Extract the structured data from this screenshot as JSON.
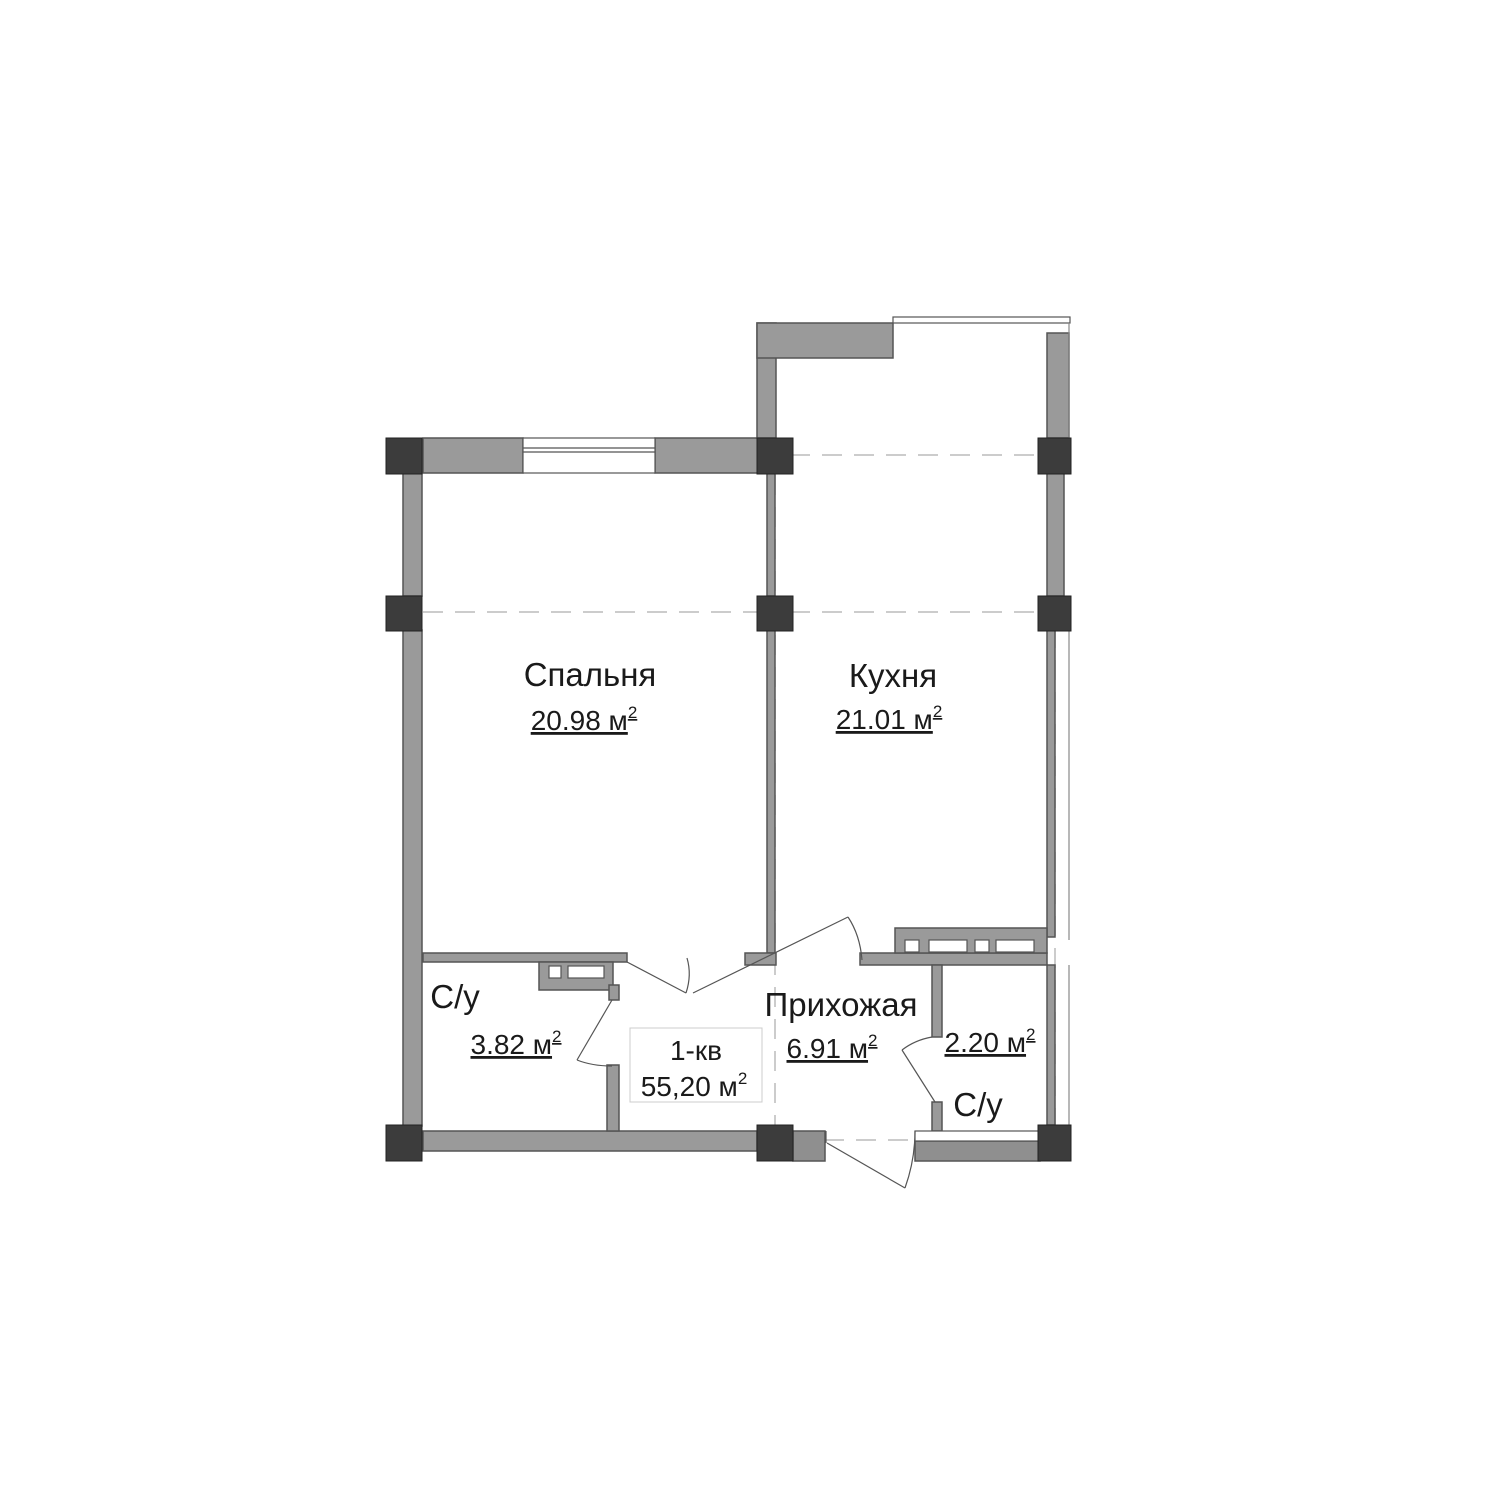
{
  "colors": {
    "wall": "#9a9a9a",
    "column": "#3c3c3c",
    "outline": "#555555",
    "dash": "#bbbbbb",
    "background": "#ffffff"
  },
  "rooms": {
    "bedroom": {
      "name": "Спальня",
      "area": "20.98 м",
      "sup": "2"
    },
    "kitchen": {
      "name": "Кухня",
      "area": "21.01 м",
      "sup": "2"
    },
    "hallway": {
      "name": "Прихожая",
      "area": "6.91 м",
      "sup": "2"
    },
    "bathroom_left": {
      "name": "С/у",
      "area": "3.82 м",
      "sup": "2"
    },
    "bathroom_right": {
      "name": "С/у",
      "area": "2.20 м",
      "sup": "2"
    }
  },
  "apartment": {
    "type": "1-кв",
    "total_area": "55,20 м",
    "sup": "2"
  }
}
